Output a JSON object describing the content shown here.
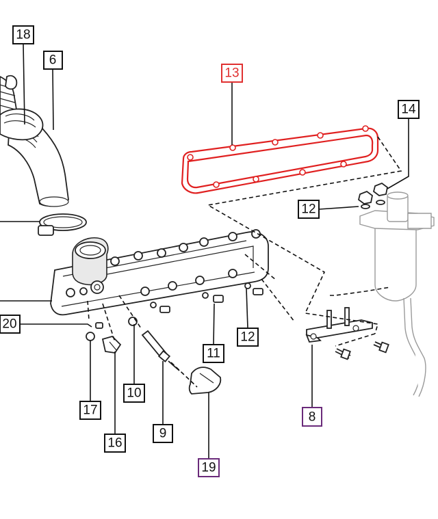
{
  "diagram": {
    "callouts": [
      {
        "label": "18"
      },
      {
        "label": "6"
      },
      {
        "label": "13",
        "highlight": "#e03030"
      },
      {
        "label": "14"
      },
      {
        "label": "12"
      },
      {
        "label": "20"
      },
      {
        "label": "12"
      },
      {
        "label": "11"
      },
      {
        "label": "10"
      },
      {
        "label": "17"
      },
      {
        "label": "16"
      },
      {
        "label": "9"
      },
      {
        "label": "8",
        "highlight": "#6a2a7a"
      },
      {
        "label": "19",
        "highlight": "#6a2a7a"
      }
    ],
    "colors": {
      "gasket": "#e02020",
      "highlight_red": "#e03030",
      "highlight_purple": "#6a2a7a",
      "line": "#111111"
    }
  }
}
